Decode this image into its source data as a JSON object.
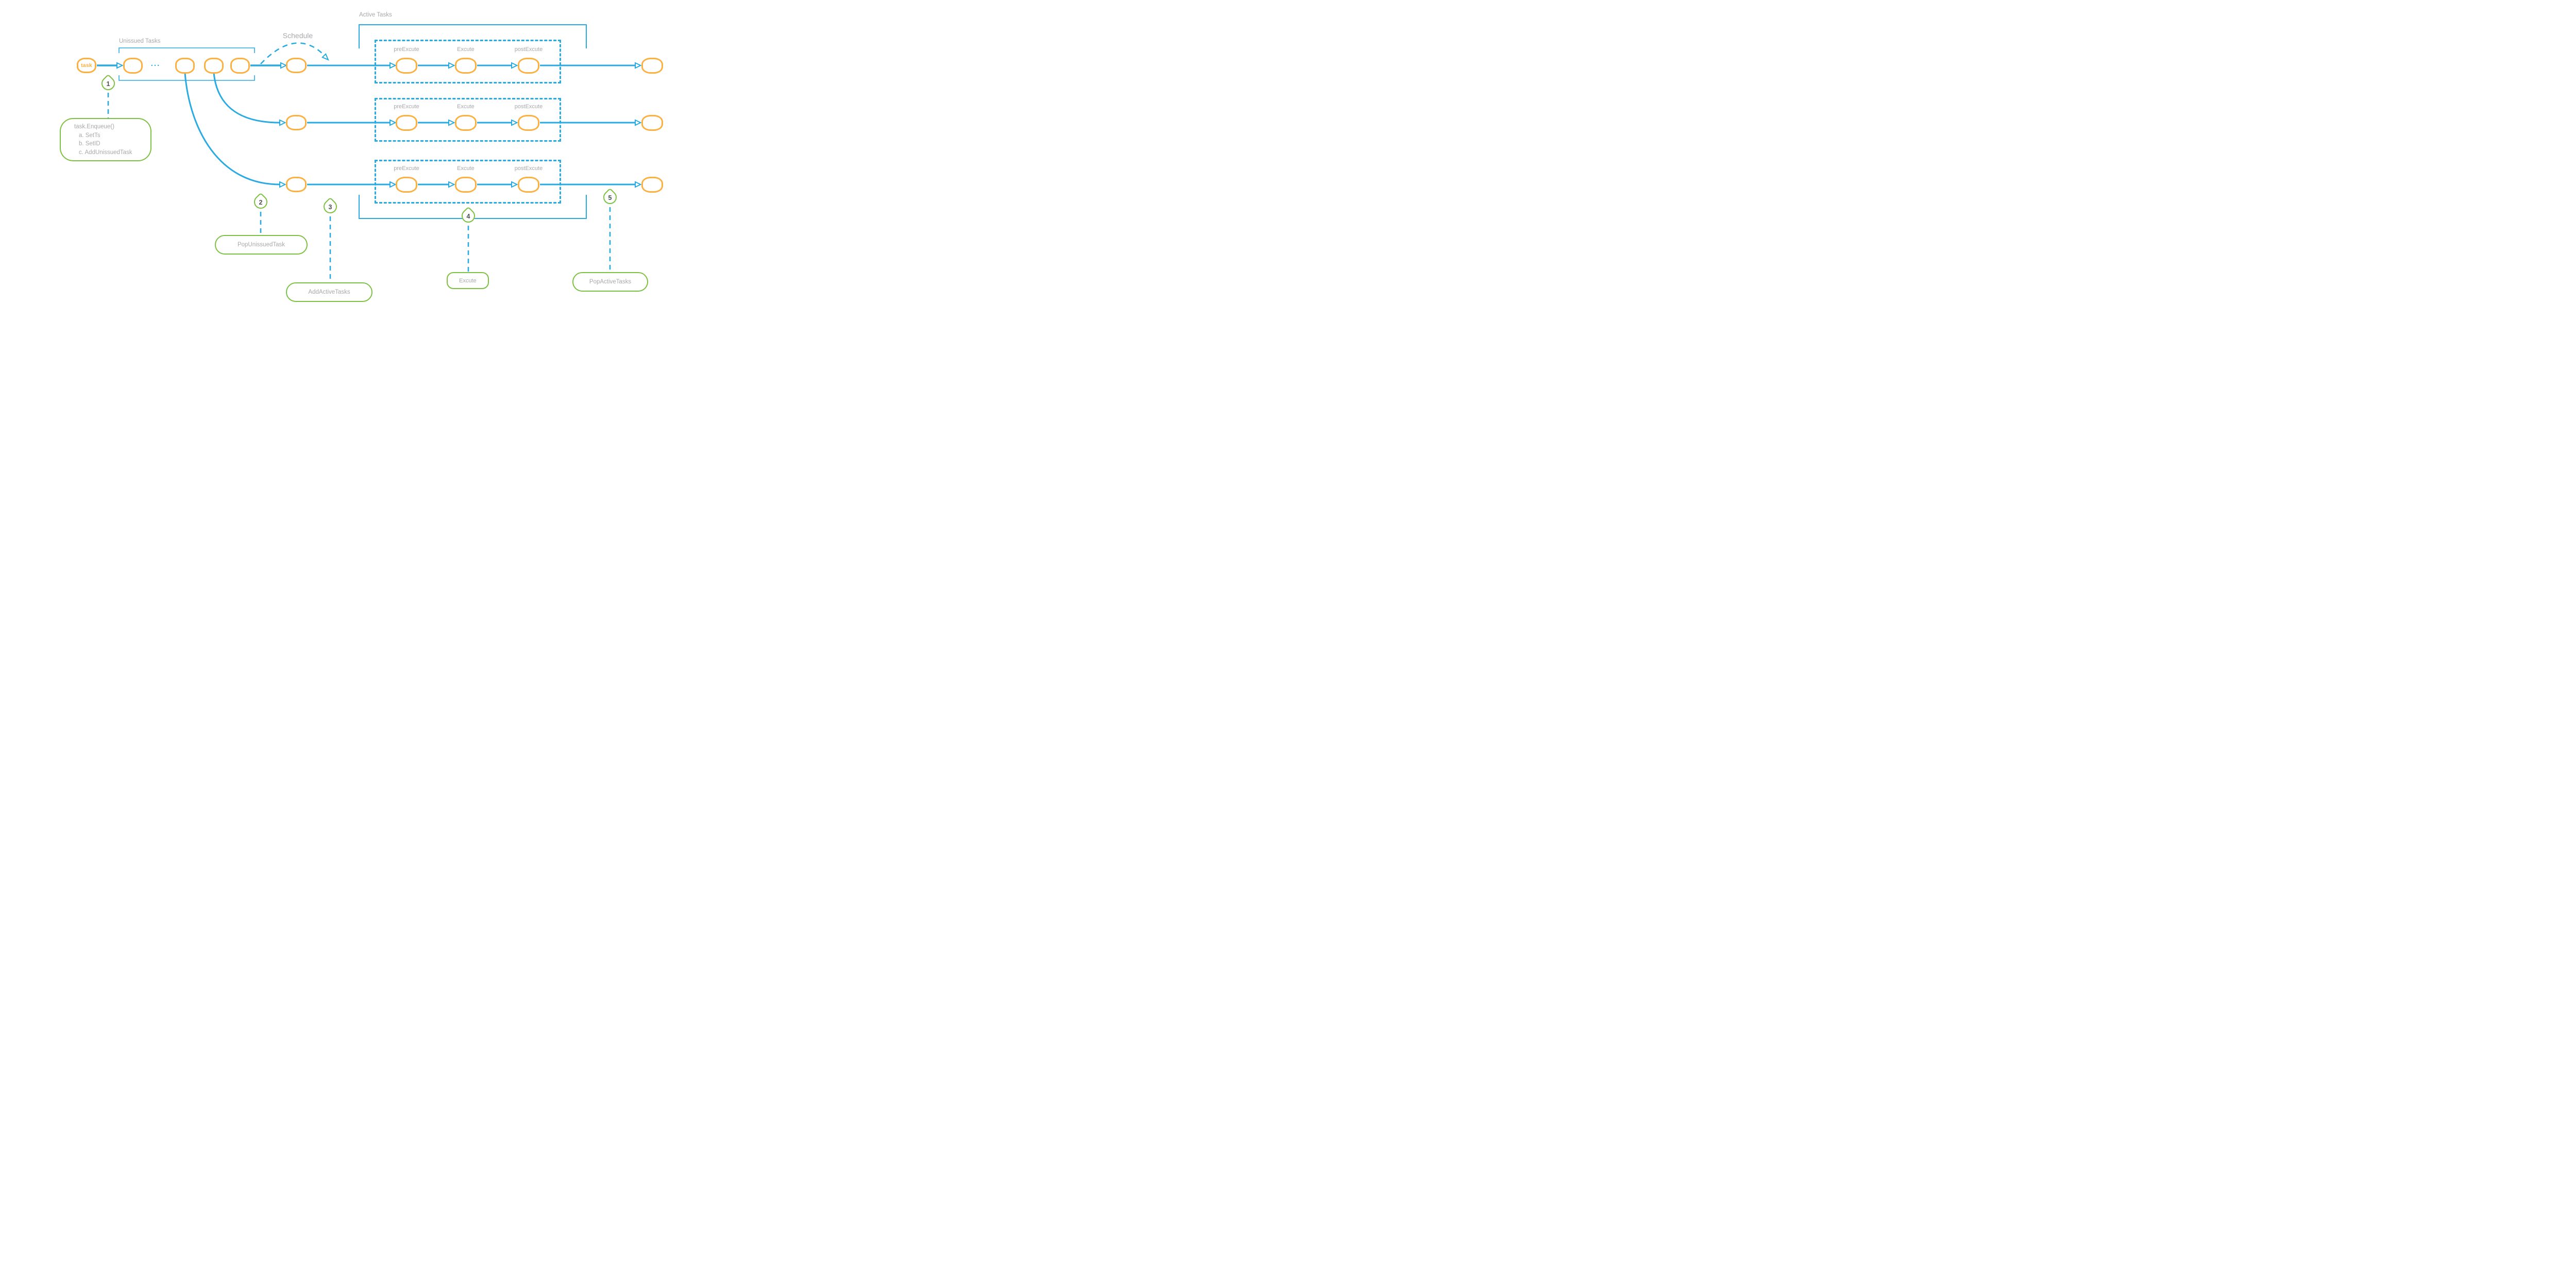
{
  "labels": {
    "unissued_tasks": "Unissued Tasks",
    "schedule": "Schedule",
    "active_tasks": "Active Tasks",
    "queue_dots": "..."
  },
  "task_node_label": "task",
  "stage_labels": {
    "pre": "preExcute",
    "exec": "Excute",
    "post": "postExcute"
  },
  "markers": [
    {
      "num": "1",
      "lines": [
        "task.Enqueue()",
        "a. SetTs",
        "b. SetID",
        "c. AddUnissuedTask"
      ]
    },
    {
      "num": "2",
      "label": "PopUnissuedTask"
    },
    {
      "num": "3",
      "label": "AddActiveTasks"
    },
    {
      "num": "4",
      "label": "Excute"
    },
    {
      "num": "5",
      "label": "PopActiveTasks"
    }
  ],
  "colors": {
    "blue": "#29ABE2",
    "orange": "#FBB040",
    "green": "#7CC142",
    "gray_text": "#A7A9AC",
    "dark_text": "#4D4F53"
  }
}
